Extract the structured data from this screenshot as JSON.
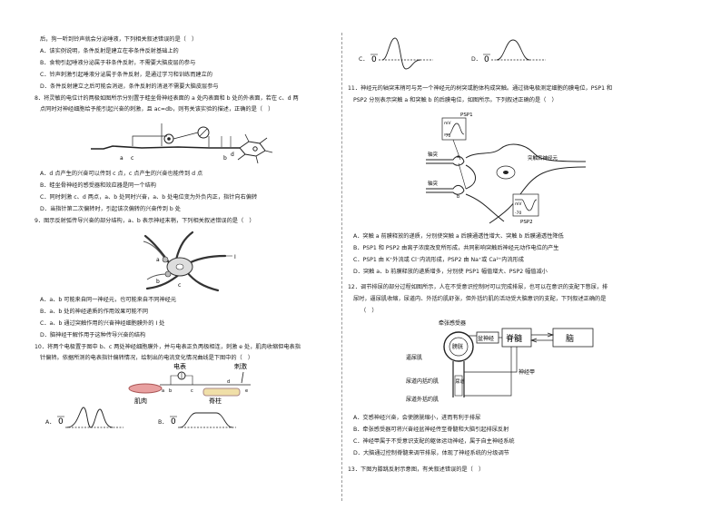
{
  "left": {
    "intro": "后，狗一听到铃声就会分泌唾液，下列相关叙述错误的是（　）",
    "q_prev_options": [
      "A．该实例说明，条件反射是建立在非条件反射基础上的",
      "B．食物引起唾液分泌属于非条件反射，不需要大脑皮层的参与",
      "C．铃声刺激引起唾液分泌属于条件反射，是通过学习和训练而建立的",
      "D．条件反射建立之后可能会消退，条件反射的消退不需要大脑皮层参与"
    ],
    "q8": {
      "stem_lines": [
        "8．将灵敏的电位计的两极如图所示分别置于蛙坐骨神经表面的 a 处内表面和 b 处的外表面，若在 c、d 两",
        "点同时对神经细胞给予能引起兴奋的刺激，且 ac=db，则有关该实验的描述，正确的是（　）"
      ],
      "fig_labels": [
        "a",
        "c",
        "b",
        "d"
      ],
      "options": [
        "A．d 点产生的兴奋可以传到 c 点，c 点产生的兴奋也能传到 d 点",
        "B．蛙坐骨神经的感受器和效应器是同一个结构",
        "C．同时刺激 c、d 两点，a、b 处同时兴奋，a、b 处电位变为外负内正，指针向右偏转",
        "D．当指针第二次偏转时，引起该次偏转的兴奋传到 b 处"
      ]
    },
    "q9": {
      "stem": "9．图示反射弧传导兴奋的部分结构，a、b 表示神经末梢，下列相关叙述错误的是（　）",
      "fig_labels": [
        "a",
        "b",
        "c",
        "I"
      ],
      "options": [
        "A．a、b 可能来自同一神经元，也可能来自不同神经元",
        "B．a、b 处的神经递质的作用效果可能不同",
        "C．a、b 通过突触作用的兴奋神经细胞膜外的 I 处",
        "D．脑神经干解作用于这种传导兴奋的结构"
      ]
    },
    "q10": {
      "stem_lines": [
        "10．将两个电极置于图中 b、c 两处神经细胞膜外，并与电表正负两极相连，刺激 e 处，肌肉收缩但电表指",
        "针偏转。依据所测的电表指针偏转情况，绘制出的电流变化情况曲线是下图中的（　）"
      ],
      "fig_labels": {
        "meter": "电表",
        "stim": "刺激",
        "muscle": "肌肉",
        "spine": "脊柱",
        "a": "a",
        "b": "b",
        "c": "c",
        "d": "d",
        "e": "e",
        "zero": "0"
      },
      "options": [
        "A．",
        "B．"
      ]
    }
  },
  "right": {
    "q10_options": [
      "C．",
      "D．"
    ],
    "plot_zero": "0",
    "q11": {
      "stem_lines": [
        "11．神经元的轴突末梢可与另一个神经元的树突或胞体构成突触。通过微电极测定细胞的膜电位，PSP1 和",
        "PSP2 分别表示突触 a 和突触 b 的后膜电位，如图所示。下列叙述正确的是（　）"
      ],
      "fig_labels": {
        "mv1": "mV",
        "v1": "-70",
        "psp1": "PSP1",
        "axon1": "轴突",
        "axon2": "轴突",
        "a": "a",
        "b": "b",
        "post": "突触后神经元",
        "mv2": "mV",
        "v2": "-70",
        "psp2": "PSP2"
      },
      "options": [
        "A．突触 a 前膜释放的递质，分别使突触 a 后膜通透性增大、突触 b 后膜通透性降低",
        "B．PSP1 和 PSP2 由离子浓度改变所形成，共同影响突触后神经元动作电位的产生",
        "C．PSP1 由 K⁺外流或 Cl⁻内流形成，PSP2 由 Na⁺或 Ca²⁺内流形成",
        "D．突触 a、b 前膜释放的递质增多，分别使 PSP1 幅值增大、PSP2 幅值减小"
      ]
    },
    "q12": {
      "stem_lines": [
        "12．调节排尿的部分过程如图所示，人在不受意识控制时可以完成排尿，也可以在意识的支配下憋尿，排",
        "尿时，逼尿肌收缩，尿道内、外括约肌舒张，但外括约肌的活动受大脑意识的支配，下列叙述正确的是",
        "（　）"
      ],
      "fig_labels": {
        "receptor": "牵张感受器",
        "pelvic": "盆神经",
        "spine": "脊髓",
        "brain": "脑",
        "bladder": "膀胱",
        "detrusor": "逼尿肌",
        "nerveA": "神经甲",
        "inner": "尿道内括约肌",
        "urethra": "尿道",
        "outer": "尿道外括约肌"
      },
      "options": [
        "A．交感神经兴奋，会使膀胱缩小，进而有利于排尿",
        "B．牵张感受器可将兴奋经盆神经传至脊髓和大脑引起排尿反射",
        "C．神经甲属于不受意识支配的躯体运动神经，属于自主神经系统",
        "D．大脑通过控制脊髓来调节排尿，体现了神经系统的分级调节"
      ]
    },
    "q13": "13．下图为膝跳反射示意图，有关叙述错误的是（　）"
  }
}
